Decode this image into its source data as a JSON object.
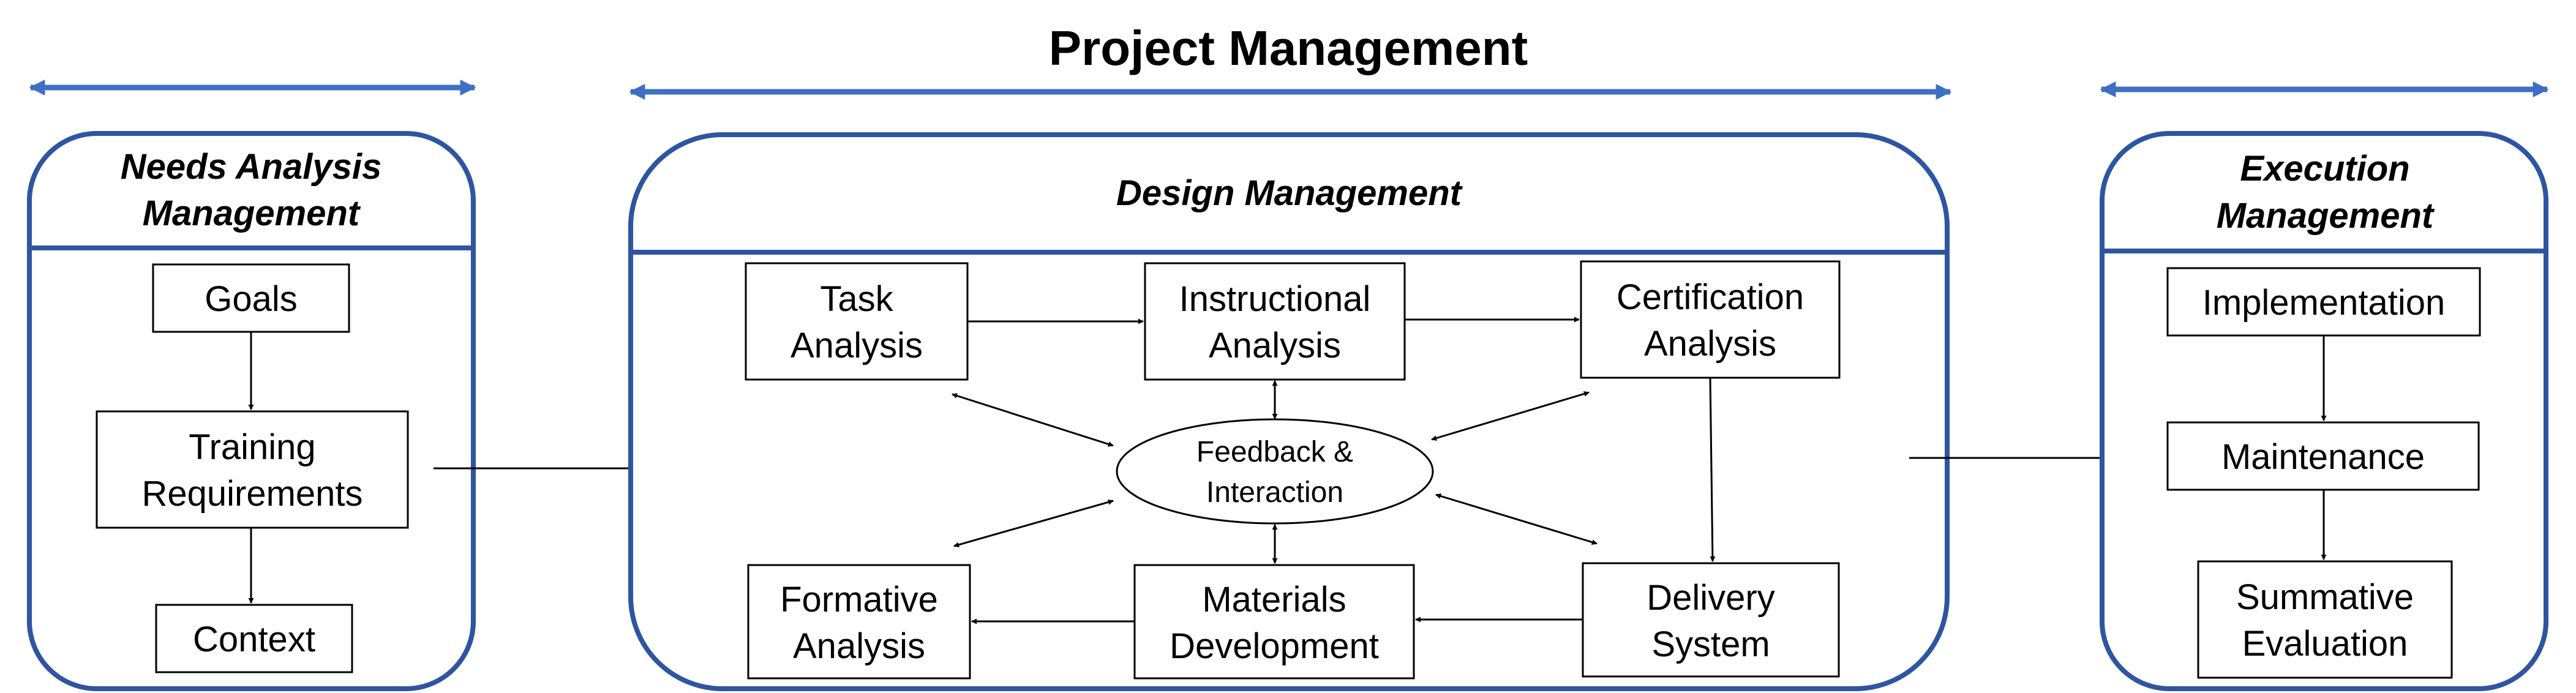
{
  "title": "Project Management",
  "colors": {
    "panel_border": "#2e55a0",
    "range_arrow": "#3f6fc4",
    "text": "#000000"
  },
  "panels": {
    "needs": {
      "title_line1": "Needs Analysis",
      "title_line2": "Management",
      "boxes": {
        "goals": {
          "line1": "Goals"
        },
        "training": {
          "line1": "Training",
          "line2": "Requirements"
        },
        "context": {
          "line1": "Context"
        }
      }
    },
    "design": {
      "title": "Design Management",
      "boxes": {
        "task": {
          "line1": "Task",
          "line2": "Analysis"
        },
        "instructional": {
          "line1": "Instructional",
          "line2": "Analysis"
        },
        "certification": {
          "line1": "Certification",
          "line2": "Analysis"
        },
        "formative": {
          "line1": "Formative",
          "line2": "Analysis"
        },
        "materials": {
          "line1": "Materials",
          "line2": "Development"
        },
        "delivery": {
          "line1": "Delivery",
          "line2": "System"
        }
      },
      "hub": {
        "line1": "Feedback &",
        "line2": "Interaction"
      }
    },
    "execution": {
      "title_line1": "Execution",
      "title_line2": "Management",
      "boxes": {
        "implementation": {
          "line1": "Implementation"
        },
        "maintenance": {
          "line1": "Maintenance"
        },
        "summative": {
          "line1": "Summative",
          "line2": "Evaluation"
        }
      }
    }
  }
}
